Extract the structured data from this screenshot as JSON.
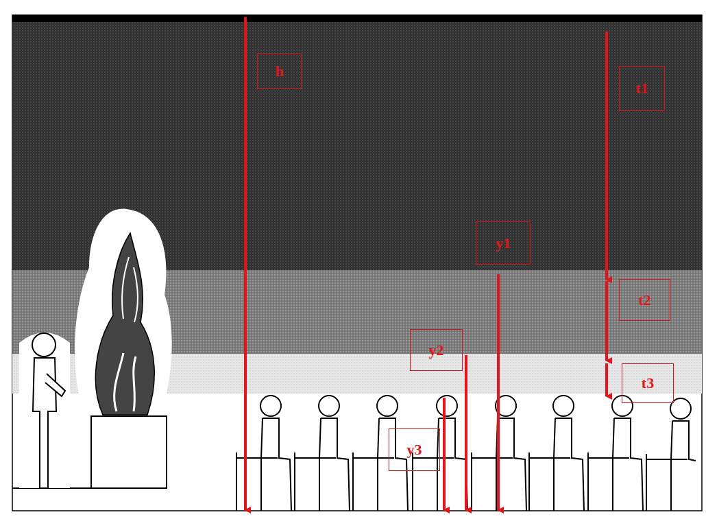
{
  "diagram": {
    "nodes": [
      {
        "text": [
          "h"
        ]
      },
      {
        "text": [
          "t1"
        ]
      },
      {
        "text": [
          "y1"
        ]
      },
      {
        "text": [
          "t2"
        ]
      },
      {
        "text": [
          "y2"
        ]
      },
      {
        "text": [
          "t3"
        ]
      },
      {
        "text": [
          "y3"
        ]
      }
    ]
  }
}
